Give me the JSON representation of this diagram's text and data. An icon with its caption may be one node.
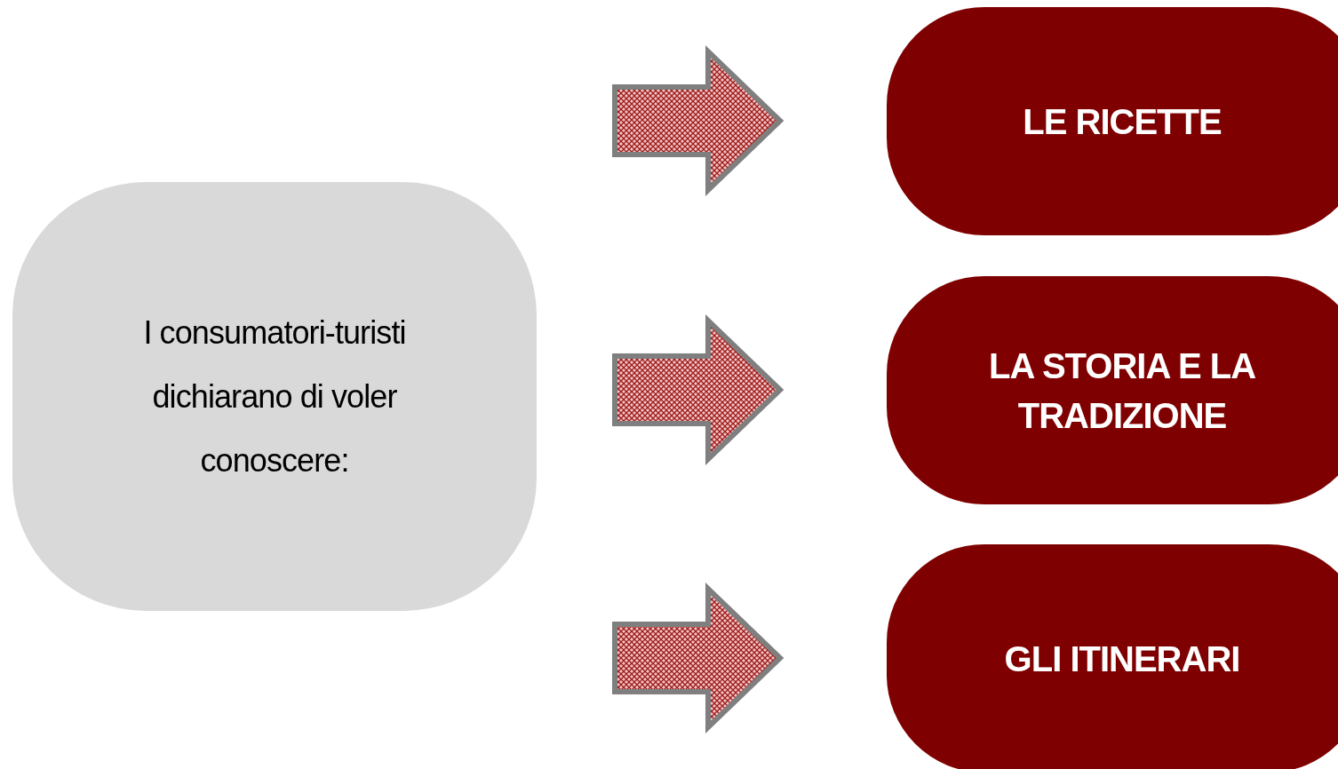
{
  "diagram": {
    "nodes": [
      {
        "text": [
          "I consumatori-turisti dichiarano di voler conoscere:"
        ]
      },
      {
        "text": [
          "LE RICETTE"
        ]
      },
      {
        "text": [
          "LA STORIA E LA TRADIZIONE"
        ]
      },
      {
        "text": [
          "GLI ITINERARI"
        ]
      }
    ],
    "edges": [
      {
        "from": 0,
        "to": 1,
        "arrow": "to"
      },
      {
        "from": 0,
        "to": 2,
        "arrow": "to"
      },
      {
        "from": 0,
        "to": 3,
        "arrow": "to"
      }
    ]
  }
}
